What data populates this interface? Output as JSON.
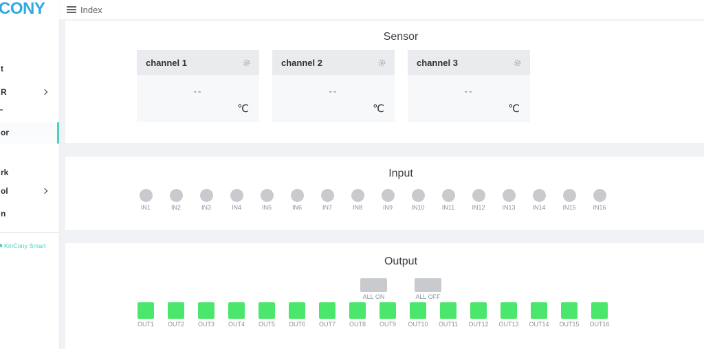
{
  "sidebar": {
    "logo_text": "CONY",
    "items": [
      {
        "label": "t",
        "has_submenu": false,
        "active": false
      },
      {
        "label": "R",
        "has_submenu": true,
        "active": false
      },
      {
        "label": "",
        "has_submenu": false,
        "active": false
      },
      {
        "label": "or",
        "has_submenu": false,
        "active": true
      },
      {
        "label": "rk",
        "has_submenu": false,
        "active": false
      },
      {
        "label": "ol",
        "has_submenu": true,
        "active": false
      },
      {
        "label": "n",
        "has_submenu": false,
        "active": false
      }
    ],
    "footer_link_label": "KinCony Smart"
  },
  "topbar": {
    "breadcrumb": "Index"
  },
  "sensor": {
    "title": "Sensor",
    "channels": [
      {
        "name": "channel 1",
        "value": "--",
        "unit": "℃"
      },
      {
        "name": "channel 2",
        "value": "--",
        "unit": "℃"
      },
      {
        "name": "channel 3",
        "value": "--",
        "unit": "℃"
      }
    ]
  },
  "input": {
    "title": "Input",
    "channels": [
      "IN1",
      "IN2",
      "IN3",
      "IN4",
      "IN5",
      "IN6",
      "IN7",
      "IN8",
      "IN9",
      "IN10",
      "IN11",
      "IN12",
      "IN13",
      "IN14",
      "IN15",
      "IN16"
    ]
  },
  "output": {
    "title": "Output",
    "all_on_label": "ALL ON",
    "all_off_label": "ALL OFF",
    "channels": [
      "OUT1",
      "OUT2",
      "OUT3",
      "OUT4",
      "OUT5",
      "OUT6",
      "OUT7",
      "OUT8",
      "OUT9",
      "OUT10",
      "OUT11",
      "OUT12",
      "OUT13",
      "OUT14",
      "OUT15",
      "OUT16"
    ]
  },
  "icons": {
    "menu": "hamburger-icon",
    "settings": "gear-icon",
    "submenu": "chevron-right-icon"
  },
  "colors": {
    "accent_teal": "#4ed1c1",
    "logo_blue": "#2fa9e1",
    "output_green": "#4be66c",
    "indicator_gray": "#c9cacd"
  }
}
